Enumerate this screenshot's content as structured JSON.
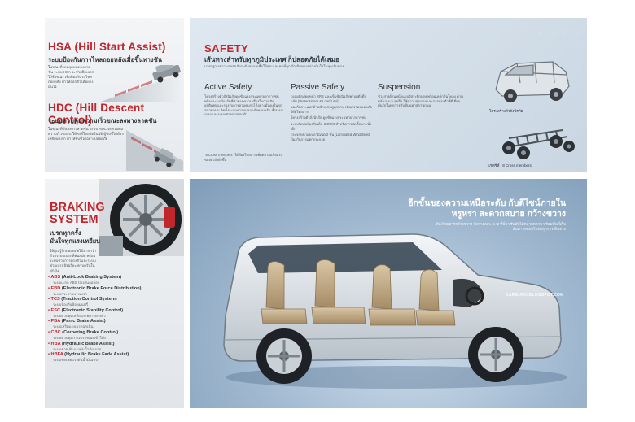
{
  "hsa": {
    "title": "HSA (Hill Start Assist)",
    "subtitle": "ระบบป้องกันการไหลถอยหลังเมื่อขึ้นทางชัน",
    "body": "ในขณะที่รถหยุดบนทางลาดชัน ระบบ HSA จะช่วยยึดเบรกไว้ชั่วขณะ เพื่อป้องกันรถไหลถอยหลัง ทำให้ออกตัวได้อย่างมั่นใจ"
  },
  "hdc": {
    "title": "HDC (Hill Descent Control)",
    "subtitle": "ระบบควบคุมความเร็วขณะลงทางลาดชัน",
    "body": "ในขณะที่ขับลงทางลาดชัน ระบบ HDC จะควบคุมความเร็วของรถให้คงที่โดยอัตโนมัติ ผู้ขับขี่ไม่ต้องเหยียบเบรก ทำให้ขับขี่ได้อย่างปลอดภัย"
  },
  "safety": {
    "title": "SAFETY",
    "subtitle": "เส้นทางสำหรับทุกภูมิประเทศ ก็ปลอดภัยได้เสมอ",
    "intro": "มาตรฐานความปลอดภัยระดับสากลเพื่อให้คุณและคนที่คุณรักเดินทางอย่างมั่นใจในทุกเส้นทาง",
    "active": {
      "title": "Active Safety",
      "body": "โครงสร้างตัวถังนิรภัยดูดซับแรงกระแทกจากการชน พร้อมระบบป้องกันที่ช่วยลดความเสี่ยงในการเกิดอุบัติเหตุ และรองรับการควบคุมรถได้อย่างมั่นคงในทุกสภาพถนน ติดตั้งระบบความปลอดภัยครบครัน ทั้งระบบเบรกและระบบช่วยการทรงตัว",
      "footnote": "\"8 Cross members\" ใต้ห้องโดยสารเพิ่มความแข็งแรงของตัวถังยิ่งขึ้น"
    },
    "passive": {
      "title": "Passive Safety",
      "items": [
        "ถุงลมนิรภัยคู่หน้า SRS และเข็มขัดนิรภัยพร้อมตัวดึงกลับ (Pretensioner & Load Limit)",
        "แผงกันกระแทกด้านข้างประตูทุกบาน เพิ่มความปลอดภัยให้ผู้โดยสาร",
        "โครงสร้างตัวถังนิรภัย ดูดซับแรงกระแทกจากการชน",
        "ระบบนิรภัยป้องกันเด็ก ISOFIX สำหรับการติดตั้งเบาะนั่งเด็ก",
        "กระจกหน้าแบบลามิเนต 2 ชั้น (Laminated Windshield) ป้องกันการแตกกระจาย"
      ]
    },
    "suspension": {
      "title": "Suspension",
      "body": "ช่วงล่างด้านหน้าแบบอิสระปีกนกคู่พร้อมเหล็กกันโคลง ด้านหลังแบบ 5 จุดยึด ให้ความนุ่มนวลและการทรงตัวที่ดีเยี่ยม มั่นใจในทุกการขับขี่บนทุกสภาพถนน"
    },
    "img_label_body": "โครงสร้างตัวถังนิรภัย",
    "img_label_frame": "แชสซีส์ : 8 Cross members"
  },
  "braking": {
    "title_line1": "BRAKING",
    "title_line2": "SYSTEM",
    "subtitle_line1": "เบรกทุกครั้ง",
    "subtitle_line2": "มั่นใจทุกแรงเหยียบ",
    "intro": "ให้คุณรู้สึกปลอดภัยได้มากกว่าด้วยระบบเบรกที่ทันสมัย พร้อมระบบช่วยการทรงตัวและระบบช่วยเบรกอัจฉริยะ ครบครันในทุกรุ่น",
    "items": [
      {
        "abbr": "ABS",
        "name": "(Anti-Lock Braking System)",
        "th": "ระบบเบรก ABS ป้องกันล้อล็อก"
      },
      {
        "abbr": "EBD",
        "name": "(Electronic Brake Force Distribution)",
        "th": "ระบบกระจายแรงเบรก"
      },
      {
        "abbr": "TCS",
        "name": "(Traction Control System)",
        "th": "ระบบป้องกันล้อหมุนฟรี"
      },
      {
        "abbr": "ESC",
        "name": "(Electronic Stability Control)",
        "th": "ระบบควบคุมเสถียรภาพการทรงตัว"
      },
      {
        "abbr": "PBA",
        "name": "(Panic Brake Assist)",
        "th": "ระบบเสริมแรงเบรกฉุกเฉิน"
      },
      {
        "abbr": "CBC",
        "name": "(Cornering Brake Control)",
        "th": "ระบบควบคุมการเบรกขณะเข้าโค้ง"
      },
      {
        "abbr": "HBA",
        "name": "(Hydraulic Brake Assist)",
        "th": "ระบบช่วยเพิ่มแรงดันน้ำมันเบรก"
      },
      {
        "abbr": "HBFA",
        "name": "(Hydraulic Brake Fade Assist)",
        "th": "ระบบชดเชยแรงดันน้ำมันเบรก"
      }
    ]
  },
  "car": {
    "headline_line1": "อีกขั้นของความเหนือระดับ กับดีไซน์ภายใน",
    "headline_line2": "หรูหรา สะดวกสบาย กว้างขวาง",
    "body": "ห้องโดยสารกว้างขวาง จัดวางเบาะ 5+2 ที่นั่ง ปรับพับได้หลากหลาย พร้อมพื้นที่เก็บสัมภาระตอบโจทย์ทุกการเดินทาง",
    "watermark": "CARGURU.BLOGSPOT.COM"
  },
  "colors": {
    "accent_red": "#c0262c",
    "text_dark": "#2a2a2a",
    "panel_blue": "#c9d6e2"
  }
}
